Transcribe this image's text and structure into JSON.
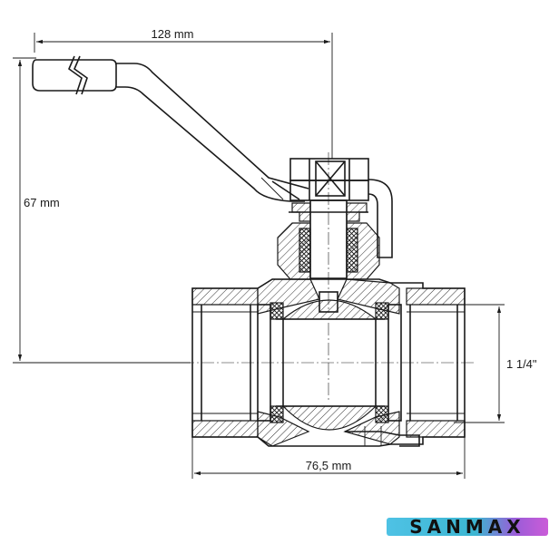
{
  "dimensions": {
    "width_label": "128 mm",
    "height_label": "67 mm",
    "thread_label": "1 1/4\"",
    "length_label": "76,5 mm"
  },
  "logo": {
    "text": "SANMAX",
    "colors": [
      "#2fb7e0",
      "#1aa9c9",
      "#8a3fd1",
      "#c23fd1"
    ]
  }
}
